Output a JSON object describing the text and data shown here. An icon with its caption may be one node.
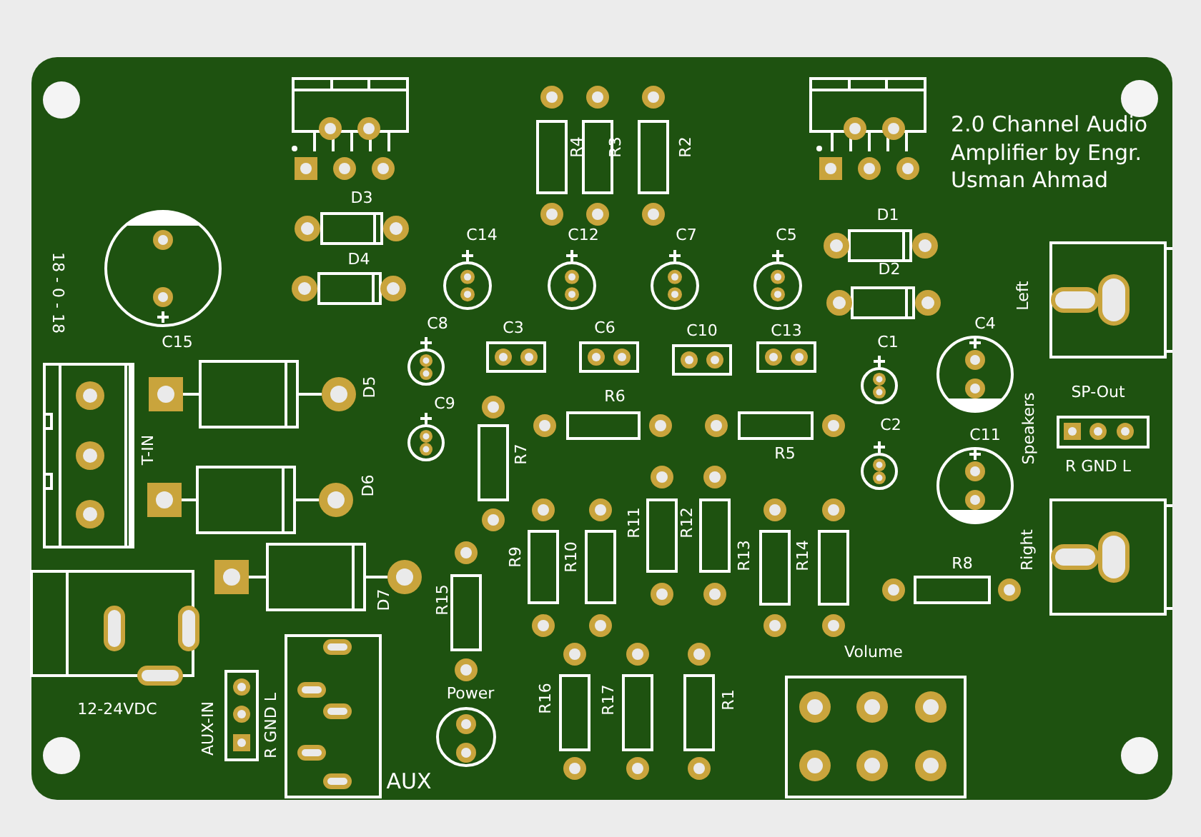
{
  "diagram": {
    "labels": [
      "2.0 Channel Audio Amplifier by Engr. Usman Ahmad",
      "R4",
      "R3",
      "R2",
      "D3",
      "D1",
      "C14",
      "C12",
      "C7",
      "C5",
      "D4",
      "D2",
      "18 - 0 - 18",
      "C15",
      "C8",
      "C3",
      "C6",
      "C10",
      "C13",
      "C4",
      "Left",
      "C1",
      "D5",
      "C9",
      "R6",
      "SP-Out",
      "C2",
      "C11",
      "Speakers",
      "R5",
      "R7",
      "T-IN",
      "R GND L",
      "D6",
      "R11",
      "R12",
      "R9",
      "R10",
      "R13",
      "R14",
      "Right",
      "R8",
      "D7",
      "R15",
      "Volume",
      "12-24VDC",
      "Power",
      "AUX-IN",
      "R GND L",
      "R16",
      "R17",
      "R1",
      "AUX"
    ]
  }
}
